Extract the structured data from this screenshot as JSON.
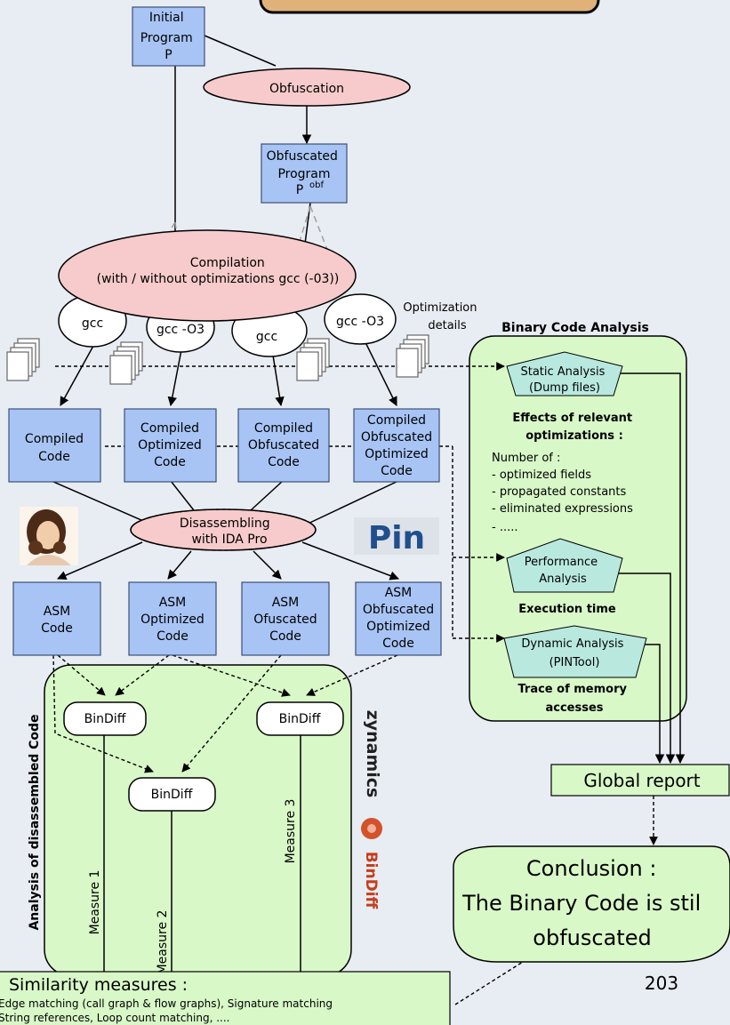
{
  "colors": {
    "box_blue": "#a8c4f5",
    "ellipse_pink": "#f7cbcb",
    "panel_green": "#d9f8c8",
    "page_bg": "#e8ecf3"
  },
  "nodes": {
    "initial": [
      "Initial",
      "Program",
      "P"
    ],
    "obfuscation": "Obfuscation",
    "obfuscated_program": [
      "Obfuscated",
      "Program"
    ],
    "obfuscated_program_symbol": "P",
    "obfuscated_program_sup": "obf",
    "compilation": [
      "Compilation",
      "(with / without optimizations gcc (-03))"
    ],
    "compilers": [
      "gcc",
      "gcc -O3",
      "gcc",
      "gcc -O3"
    ],
    "optimization_details": [
      "Optimization",
      "details"
    ],
    "compiled": [
      [
        "Compiled",
        "Code"
      ],
      [
        "Compiled",
        "Optimized",
        "Code"
      ],
      [
        "Compiled",
        "Obfuscated",
        "Code"
      ],
      [
        "Compiled",
        "Obfuscated",
        "Optimized",
        "Code"
      ]
    ],
    "disassembling": [
      "Disassembling",
      "with IDA Pro"
    ],
    "asm": [
      [
        "ASM",
        "Code"
      ],
      [
        "ASM",
        "Optimized",
        "Code"
      ],
      [
        "ASM",
        "Ofuscated",
        "Code"
      ],
      [
        "ASM",
        "Obfuscated",
        "Optimized",
        "Code"
      ]
    ],
    "bindiff": [
      "BinDiff",
      "BinDiff",
      "BinDiff"
    ],
    "measures": [
      "Measure 1",
      "Measure 2",
      "Measure 3"
    ]
  },
  "left_panel": {
    "title": "Analysis of disassembled Code"
  },
  "right_panel": {
    "title": "Binary Code Analysis",
    "static": [
      "Static Analysis",
      "(Dump files)"
    ],
    "effects_title": [
      "Effects of relevant",
      "optimizations :"
    ],
    "effects_list": [
      "Number of :",
      "- optimized fields",
      "- propagated constants",
      "- eliminated expressions",
      "- ....."
    ],
    "performance": [
      "Performance",
      "Analysis"
    ],
    "execution": "Execution time",
    "dynamic": [
      "Dynamic Analysis",
      "(PINTool)"
    ],
    "trace": [
      "Trace of memory",
      "accesses"
    ]
  },
  "global_report": "Global report",
  "conclusion": [
    "Conclusion :",
    "The Binary Code is stil",
    "obfuscated"
  ],
  "similarity": {
    "title": "Similarity measures :",
    "lines": [
      "Edge matching (call graph & flow graphs), Signature matching",
      "String references, Loop count matching, ...."
    ]
  },
  "logos": {
    "pin": "Pin",
    "zynamics": "zynamics",
    "bindiff": "BinDiff"
  },
  "page_number": "203"
}
